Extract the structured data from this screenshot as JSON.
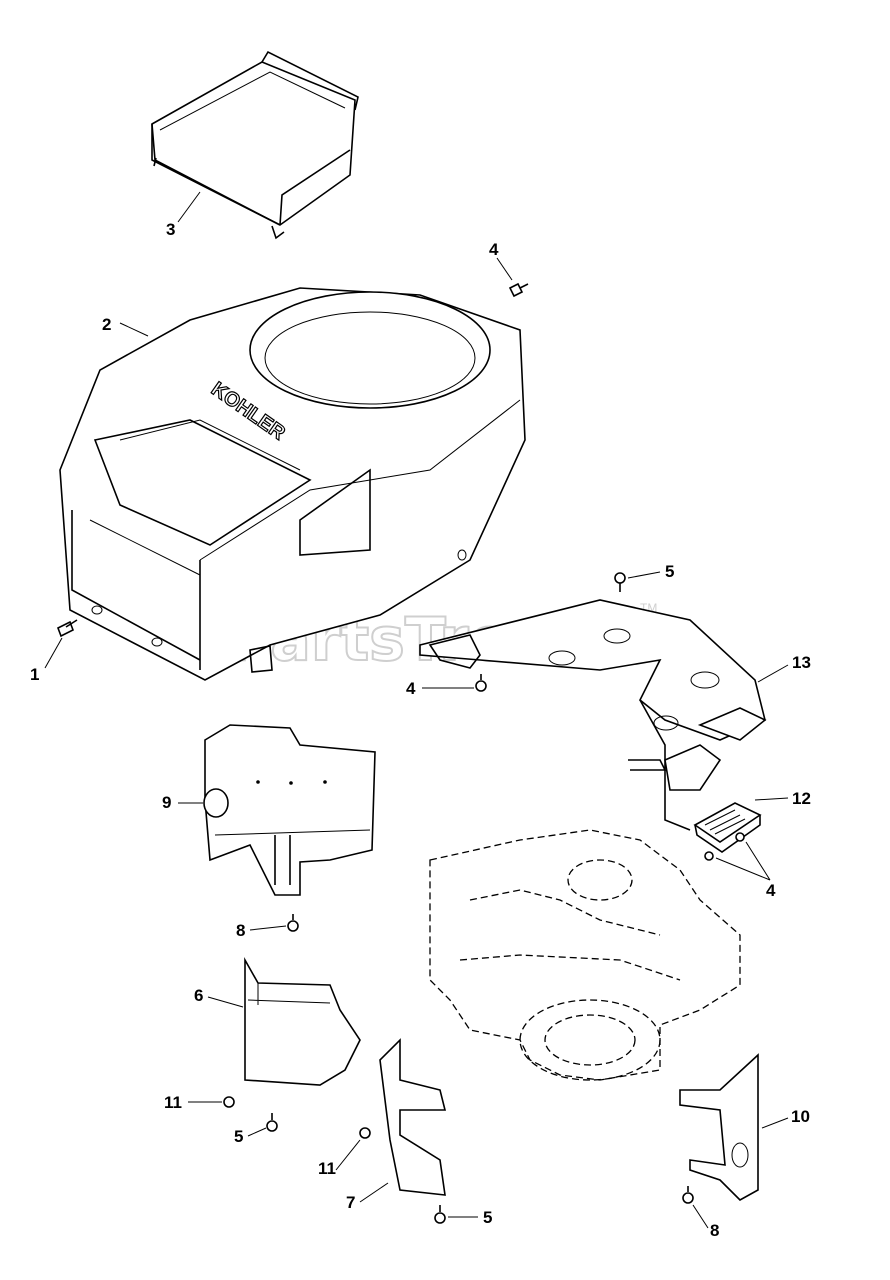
{
  "watermark": {
    "text": "PartsTree",
    "trademark": "TM"
  },
  "brand_mark": "KOHLER",
  "callouts": {
    "c1": "1",
    "c2": "2",
    "c3": "3",
    "c4a": "4",
    "c4b": "4",
    "c4c": "4",
    "c5a": "5",
    "c5b": "5",
    "c5c": "5",
    "c6": "6",
    "c7": "7",
    "c8a": "8",
    "c8b": "8",
    "c9": "9",
    "c10": "10",
    "c11a": "11",
    "c11b": "11",
    "c12": "12",
    "c13": "13"
  }
}
